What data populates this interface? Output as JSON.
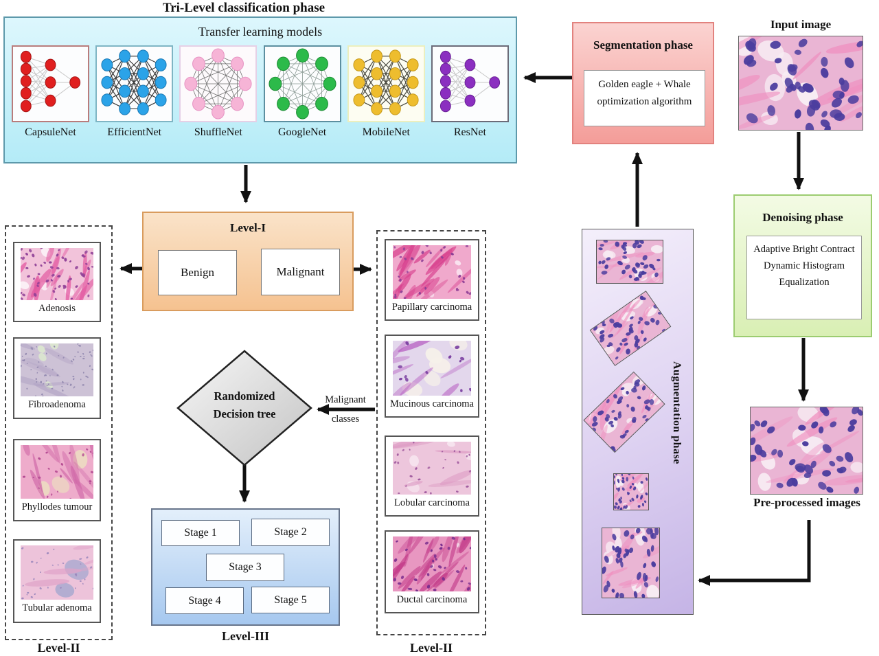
{
  "diagram_title": "Tri-Level classification phase",
  "colors": {
    "transfer_panel": "#b4ebf7",
    "segmentation_panel": "#f49d99",
    "denoising_panel": "#d9efb4",
    "level1_panel": "#f5c290",
    "level3_panel": "#a6c8ef",
    "augmentation_panel": "#c5b4e6",
    "arrow": "#111111"
  },
  "transfer": {
    "heading": "Transfer learning models",
    "models": [
      {
        "label": "CapsuleNet",
        "kind": "mlp",
        "node_color": "#e01f1f",
        "node_stroke": "#a31111",
        "edge_color": "#c7c7c7",
        "box_border": "#b97c7c",
        "box_fill": "#fcfdfe"
      },
      {
        "label": "EfficientNet",
        "kind": "mesh",
        "node_color": "#2ba3e8",
        "node_stroke": "#1878b4",
        "edge_color": "#3c3c3c",
        "box_border": "#7fb5c4",
        "box_fill": "#fcfdfe"
      },
      {
        "label": "ShuffleNet",
        "kind": "ring",
        "node_color": "#f6b4d6",
        "node_stroke": "#e691c2",
        "edge_color": "#6f6f6f",
        "box_border": "#e5d0e6",
        "box_fill": "#fdfafc"
      },
      {
        "label": "GoogleNet",
        "kind": "ring",
        "node_color": "#2cba4a",
        "node_stroke": "#1d8a34",
        "edge_color": "#8a9a94",
        "box_border": "#5c8fa0",
        "box_fill": "#fcfdfe"
      },
      {
        "label": "MobileNet",
        "kind": "mesh",
        "node_color": "#eebd2e",
        "node_stroke": "#c59818",
        "edge_color": "#4a4a40",
        "box_border": "#ecefbe",
        "box_fill": "#fdfdf2"
      },
      {
        "label": "ResNet",
        "kind": "mlp",
        "node_color": "#8b2fc0",
        "node_stroke": "#671f93",
        "edge_color": "#c7c7c7",
        "box_border": "#6b6b78",
        "box_fill": "#fcfdfe"
      }
    ]
  },
  "segmentation": {
    "title": "Segmentation phase",
    "algorithm": "Golden eagle + Whale optimization algorithm"
  },
  "input": {
    "title": "Input image",
    "art": "hne"
  },
  "denoising": {
    "title": "Denoising phase",
    "method": "Adaptive Bright Contract Dynamic Histogram Equalization"
  },
  "preprocessed": {
    "caption": "Pre-processed images",
    "art": "hne"
  },
  "augmentation": {
    "title": "Augmentation phase",
    "art": "hne"
  },
  "level1": {
    "title": "Level-I",
    "benign_label": "Benign",
    "malignant_label": "Malignant"
  },
  "benign_classes": {
    "caption": "Level-II",
    "items": [
      {
        "label": "Adenosis",
        "art": "adenosis"
      },
      {
        "label": "Fibroadenoma",
        "art": "fibroadenoma"
      },
      {
        "label": "Phyllodes tumour",
        "art": "phyllodes"
      },
      {
        "label": "Tubular adenoma",
        "art": "tubular"
      }
    ]
  },
  "malignant_classes": {
    "caption": "Level-II",
    "items": [
      {
        "label": "Papillary carcinoma",
        "art": "papillary"
      },
      {
        "label": "Mucinous carcinoma",
        "art": "mucinous"
      },
      {
        "label": "Lobular carcinoma",
        "art": "lobular"
      },
      {
        "label": "Ductal carcinoma",
        "art": "ductal"
      }
    ]
  },
  "decision": {
    "label": "Randomized Decision tree"
  },
  "malignant_arrow_note": "Malignant classes",
  "level3": {
    "caption": "Level-III",
    "stages": [
      {
        "label": "Stage 1"
      },
      {
        "label": "Stage 2"
      },
      {
        "label": "Stage 3"
      },
      {
        "label": "Stage 4"
      },
      {
        "label": "Stage 5"
      }
    ]
  }
}
